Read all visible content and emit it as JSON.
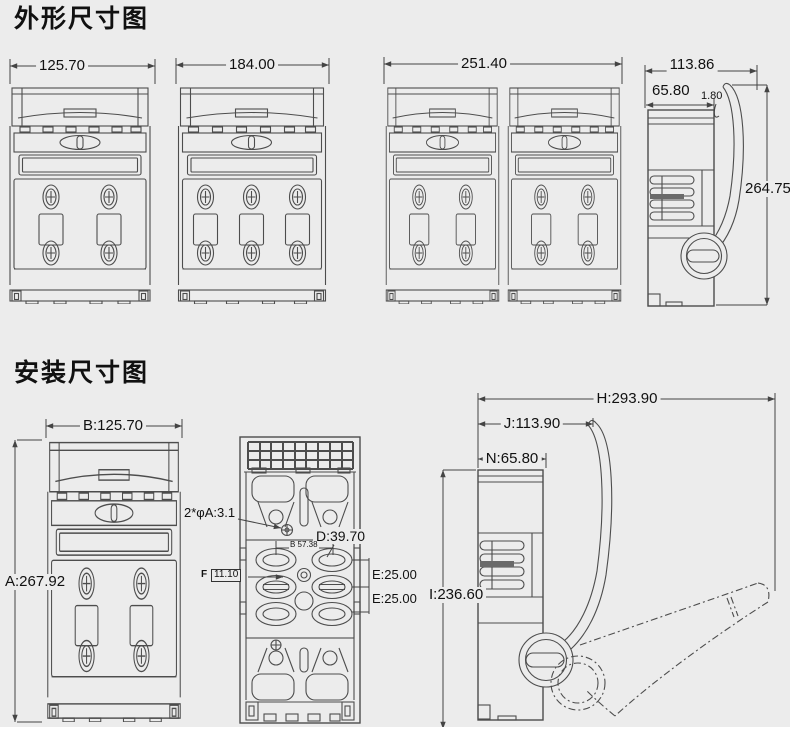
{
  "titles": {
    "outline": "外形尺寸图",
    "install": "安装尺寸图"
  },
  "outline_dims": {
    "view1_width": "125.70",
    "view2_width": "184.00",
    "view3_width": "251.40",
    "side_total_width": "113.86",
    "side_body_width": "65.80",
    "side_gap": "1.80",
    "side_height": "264.75"
  },
  "install_dims": {
    "front_width": "B:125.70",
    "front_height": "A:267.92",
    "rear_hole": "2*φA:3.1",
    "rear_d": "D:39.70",
    "rear_b_small": "B 57.38",
    "rear_f_label": "F",
    "rear_f_value": "11.10",
    "rear_e1": "E:25.00",
    "rear_e2": "E:25.00",
    "side_h": "H:293.90",
    "side_j": "J:113.90",
    "side_n": "N:65.80",
    "side_i": "I:236.60"
  },
  "colors": {
    "background": "#ececec",
    "line": "#4d4d4d",
    "dim_line": "#444444",
    "text": "#111111"
  }
}
